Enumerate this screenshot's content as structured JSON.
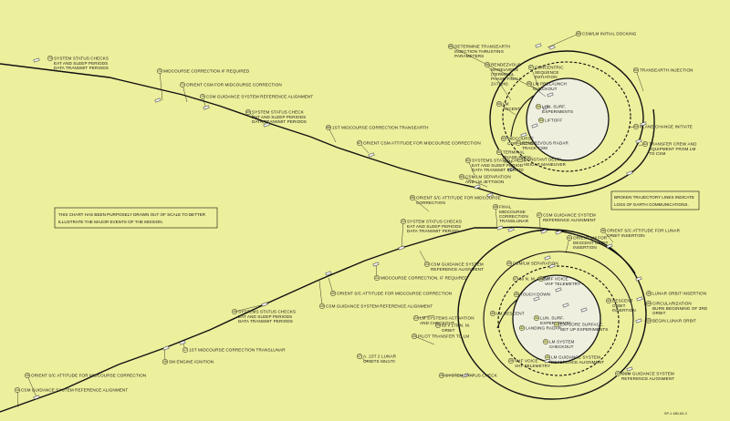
{
  "note_left": {
    "line1": "THIS CHART HAS BEEN PURPOSELY DRAWN OUT OF SCALE TO BETTER",
    "line2": "ILLUSTRATE THE MAJOR EVENTS OF THE MISSION."
  },
  "note_right": {
    "line1": "BROKEN TRAJECTORY LINES INDICATE",
    "line2": "LOSS OF EARTH COMMUNICATIONS."
  },
  "chart_code": "SP-1 480-63-3",
  "events": [
    {
      "n": "73",
      "lines": [
        "SYSTEM STATUS CHECKS",
        "EAT AND SLEEP PERIODS",
        "DATA TRANSMIT PERIODS"
      ]
    },
    {
      "n": "72",
      "lines": [
        "MIDCOURSE CORRECTION IF REQUIRED"
      ]
    },
    {
      "n": "71",
      "lines": [
        "ORIENT CSM FOR MIDCOURSE CORRECTION"
      ]
    },
    {
      "n": "70",
      "lines": [
        "CSM GUIDANCE SYSTEM REFERENCE ALIGNMENT"
      ]
    },
    {
      "n": "69",
      "lines": [
        "SYSTEM STATUS CHECK",
        "EAT AND SLEEP PERIODS",
        "DATA TRANSMIT PERIODS"
      ]
    },
    {
      "n": "68",
      "lines": [
        "1ST MIDCOURSE CORRECTION TRANSEARTH"
      ]
    },
    {
      "n": "67",
      "lines": [
        "ORIENT CSM ATTITUDE FOR MIDCOURSE CORRECTION"
      ]
    },
    {
      "n": "66",
      "lines": [
        "DETERMINE TRANSEARTH",
        "INJECTION THRUSTING",
        "PARAMETERS"
      ]
    },
    {
      "n": "65",
      "lines": [
        "CSM/LM INITIAL DOCKING"
      ]
    },
    {
      "n": "64",
      "lines": [
        "TRANSEARTH INJECTION"
      ]
    },
    {
      "n": "63",
      "lines": [
        "PLANE CHANGE INITIATE"
      ]
    },
    {
      "n": "62",
      "lines": [
        "TRANSFER CREW AND",
        "EQUIPMENT FROM LM",
        "TO CSM"
      ]
    },
    {
      "n": "61",
      "lines": [
        "SYSTEMS STATUS CHECK",
        "EAT AND SLEEP PERIOD",
        "DATA TRANSMIT PERIOD"
      ]
    },
    {
      "n": "60",
      "lines": [
        "CSM/LM SEPARATION",
        "AND LM JETTISON"
      ]
    },
    {
      "n": "59",
      "lines": [
        "ORIENT S/C ATTITUDE FOR MIDCOURSE",
        "CORRECTION"
      ]
    },
    {
      "n": "58",
      "lines": [
        "RENDEZVOUS",
        "MANEUVERS",
        "(TERMINAL",
        "PHASE FINALI-",
        "ZATION)"
      ]
    },
    {
      "n": "57",
      "lines": [
        "CONCENTRIC",
        "SEQUENCE",
        "INITIATION"
      ]
    },
    {
      "n": "56",
      "lines": [
        "LM PRELAUNCH",
        "CHECKOUT"
      ]
    },
    {
      "n": "55",
      "lines": [
        "LM",
        "ASCENT"
      ]
    },
    {
      "n": "54",
      "lines": [
        "LUN. SURF.",
        "EXPERIMENTS"
      ]
    },
    {
      "n": "53",
      "lines": [
        "LIFTOFF"
      ]
    },
    {
      "n": "52",
      "lines": [
        "MIDCOURSE",
        "CORRECTION"
      ]
    },
    {
      "n": "51",
      "lines": [
        "RENDEZVOUS RADAR",
        "TRACK CSM"
      ]
    },
    {
      "n": "50",
      "lines": [
        "TERMINAL",
        "PHASE INITIA-",
        "TON"
      ]
    },
    {
      "n": "49",
      "lines": [
        "CONSTANT DELTA",
        "HEIGHT MANEUVER"
      ]
    },
    {
      "n": "48",
      "lines": [
        "FINAL",
        "MIDCOURSE",
        "CORRECTION",
        "TRANSLUNAR"
      ]
    },
    {
      "n": "47",
      "lines": [
        "CSM GUIDANCE SYSTEM",
        "REFERENCE ALIGNMENT"
      ]
    },
    {
      "n": "46",
      "lines": [
        "ORIENT S/C ATTITUDE FOR LUNAR",
        "ORBIT INSERTION"
      ]
    },
    {
      "n": "45",
      "lines": [
        "LUNAR ORBIT INSERTION"
      ]
    },
    {
      "n": "44",
      "lines": [
        "CIRCULARIZATION",
        "BURN BEGINNING OF 3RD",
        "ORBIT"
      ]
    },
    {
      "n": "43",
      "lines": [
        "BEGIN LUNAR ORBIT"
      ]
    },
    {
      "n": "42",
      "lines": [
        "CSM GUIDANCE SYSTEM",
        "REFERENCE ALIGNMENT"
      ]
    },
    {
      "n": "41",
      "lines": [
        "ORIENT LM FOR",
        "DESCENT ORBIT",
        "INSERTION"
      ]
    },
    {
      "n": "40",
      "lines": [
        "DESCENT",
        "ORBIT",
        "INSERTION"
      ]
    },
    {
      "n": "39",
      "lines": [
        "CSM/LM SEPARATION"
      ]
    },
    {
      "n": "38",
      "lines": [
        "VHF VOICE",
        "VHF TELEMETRY"
      ]
    },
    {
      "n": "37",
      "lines": [
        "60 N. M. ORBIT"
      ]
    },
    {
      "n": "36",
      "lines": [
        "TOUCH DOWN"
      ]
    },
    {
      "n": "35",
      "lines": [
        "LM DESCENT"
      ]
    },
    {
      "n": "34",
      "lines": [
        "LUN. SURF.",
        "EXPERIMENTS"
      ]
    },
    {
      "n": "33",
      "lines": [
        "EXPLORE SURFACE,",
        "SET UP EXPERIMENTS"
      ]
    },
    {
      "n": "32",
      "lines": [
        "LANDING RADAR"
      ]
    },
    {
      "n": "31",
      "lines": [
        "LM SYSTEM",
        "CHECKOUT"
      ]
    },
    {
      "n": "30",
      "lines": [
        "LM GUIDANCE SYSTEM",
        "REFERENCE ALIGNMENT"
      ]
    },
    {
      "n": "29",
      "lines": [
        "VHF VOICE",
        "VHF TELEMETRY"
      ]
    },
    {
      "n": "28",
      "lines": [
        "SYSTEM STATUS CHECK"
      ]
    },
    {
      "n": "27",
      "lines": [
        "A. 1ST 2 LUNAR",
        "ORBITS 60x170"
      ]
    },
    {
      "n": "26",
      "lines": [
        "PILOT TRANSFER TO LM"
      ]
    },
    {
      "n": "25",
      "lines": [
        "60 x 170 N. M.",
        "ORBIT"
      ]
    },
    {
      "n": "24",
      "lines": [
        "LM SYSTEMS ACTIVATION",
        "AND CHECKOUT"
      ]
    },
    {
      "n": "23",
      "lines": [
        "CSM GUIDANCE SYSTEM",
        "REFERENCE ALIGNMENT"
      ]
    },
    {
      "n": "22",
      "lines": [
        "SYSTEM STATUS CHECKS",
        "EAT AND SLEEP PERIODS",
        "DATA TRANSMIT PERIOD"
      ]
    },
    {
      "n": "21",
      "lines": [
        "MIDCOURSE CORRECTION, IF REQUIRED"
      ]
    },
    {
      "n": "20",
      "lines": [
        "ORIENT S/C ATTITUDE FOR MIDCOURSE CORRECTION"
      ]
    },
    {
      "n": "19",
      "lines": [
        "CSM GUIDANCE SYSTEM REFERENCE ALIGNMENT"
      ]
    },
    {
      "n": "18",
      "lines": [
        "SYSTEMS STATUS CHECKS",
        "EAT AND SLEEP PERIODS",
        "DATA TRANSMIT PERIODS"
      ]
    },
    {
      "n": "17",
      "lines": [
        "1ST MIDCOURSE CORRECTION TRANSLUNAR"
      ]
    },
    {
      "n": "16",
      "lines": [
        "SM ENGINE IGNITION"
      ]
    },
    {
      "n": "15",
      "lines": [
        "ORIENT S/C ATTITUDE FOR MIDCOURSE CORRECTION"
      ]
    },
    {
      "n": "14",
      "lines": [
        "CSM GUIDANCE SYSTEM REFERENCE ALIGNMENT"
      ]
    }
  ]
}
